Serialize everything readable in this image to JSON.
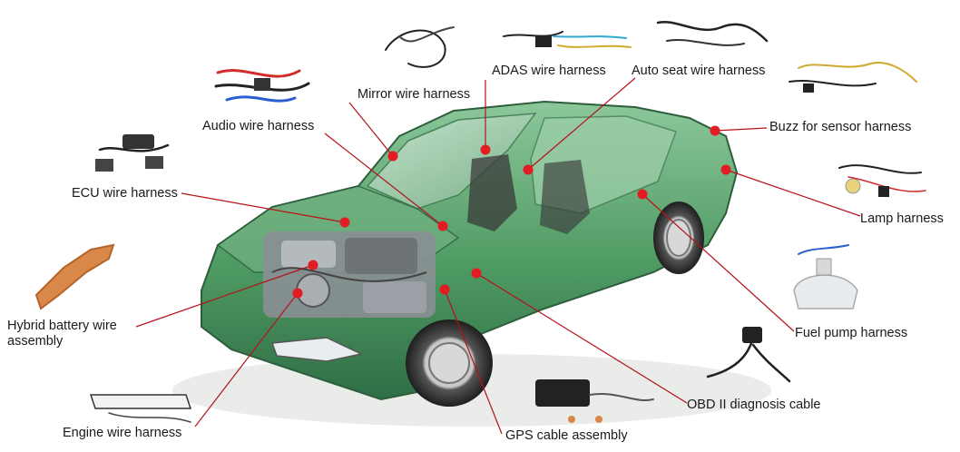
{
  "colors": {
    "leader": "#b5121b",
    "dot": "#e31b23",
    "car_body": "#4f9a63",
    "car_dark": "#2f6e45",
    "engine": "#8a8f94",
    "tire": "#2a2a2a"
  },
  "labels": {
    "mirror": "Mirror wire harness",
    "adas": "ADAS wire harness",
    "auto_seat": "Auto seat wire harness",
    "audio": "Audio wire harness",
    "buzz": "Buzz for sensor harness",
    "ecu": "ECU wire harness",
    "lamp": "Lamp harness",
    "hybrid_line1": "Hybrid battery wire",
    "hybrid_line2": "assembly",
    "fuel_pump": "Fuel pump harness",
    "obd": "OBD II diagnosis cable",
    "engine": "Engine wire harness",
    "gps": "GPS cable assembly"
  }
}
